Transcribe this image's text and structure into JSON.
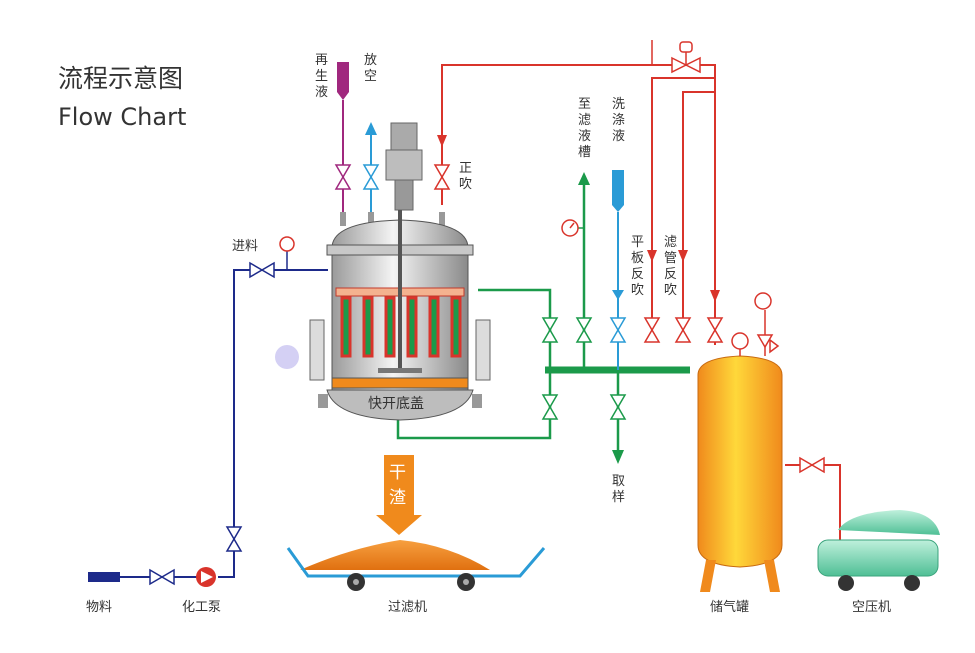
{
  "title_cn": "流程示意图",
  "title_en": "Flow Chart",
  "labels": {
    "regen": "再生液",
    "vent": "放空",
    "feed_in": "进料",
    "blow": "正吹",
    "to_tank": "至滤液槽",
    "wash": "洗涤液",
    "plate_back": "平板反吹",
    "tube_back": "滤管反吹",
    "quick_open": "快开底盖",
    "dry_residue": "干渣",
    "sample": "取样",
    "material": "物料",
    "pump": "化工泵",
    "filter": "过滤机",
    "gas_tank": "储气罐",
    "compressor": "空压机"
  },
  "colors": {
    "red": "#d9342b",
    "blue_line": "#1d2a8a",
    "green": "#1b9a4a",
    "magenta": "#a0287e",
    "light_blue": "#2a9bd6",
    "orange": "#f08a1c",
    "yellow": "#f5c518",
    "mint": "#7dd6b4"
  }
}
